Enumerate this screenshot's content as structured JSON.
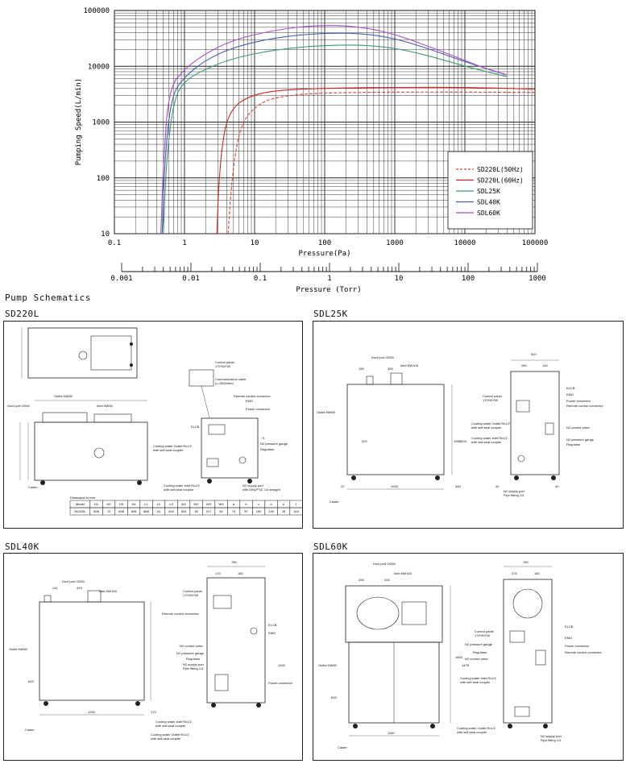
{
  "chart_data": {
    "type": "line",
    "xscale": "log",
    "yscale": "log",
    "xlim": [
      0.1,
      100000
    ],
    "ylim": [
      10,
      100000
    ],
    "xlabel": "Pressure(Pa)",
    "ylabel": "Pumping Speed(L/min)",
    "x_tick_labels": [
      "0.1",
      "1",
      "10",
      "100",
      "1000",
      "10000",
      "100000"
    ],
    "y_tick_labels": [
      "10",
      "100",
      "1000",
      "10000",
      "100000"
    ],
    "secondary_axis": {
      "label": "Pressure (Torr)",
      "tick_labels": [
        "0.001",
        "0.01",
        "0.1",
        "1",
        "10",
        "100",
        "1000"
      ]
    },
    "legend_position": "bottom-right",
    "series": [
      {
        "name": "SD220L(50Hz)",
        "color": "#e0403a",
        "dashed": true,
        "x": [
          4.2,
          4.6,
          5.5,
          7,
          10,
          15,
          30,
          80,
          300,
          1000,
          10000,
          100000
        ],
        "y": [
          10,
          60,
          400,
          1100,
          1800,
          2500,
          3000,
          3300,
          3400,
          3450,
          3450,
          3400
        ]
      },
      {
        "name": "SD220L(60Hz)",
        "color": "#d42020",
        "dashed": false,
        "x": [
          2.9,
          3.1,
          3.7,
          5,
          8,
          15,
          40,
          200,
          1000,
          10000,
          100000
        ],
        "y": [
          10,
          100,
          800,
          1900,
          2800,
          3500,
          3900,
          4100,
          4200,
          4200,
          3900
        ]
      },
      {
        "name": "SDL25K",
        "color": "#3c9a6e",
        "dashed": false,
        "x": [
          0.5,
          0.55,
          0.7,
          1,
          2,
          5,
          20,
          100,
          500,
          2000,
          10000,
          40000
        ],
        "y": [
          10,
          200,
          2500,
          5500,
          9000,
          14000,
          20000,
          24000,
          24000,
          18000,
          10000,
          6500
        ]
      },
      {
        "name": "SDL40K",
        "color": "#4a5fb4",
        "dashed": false,
        "x": [
          0.48,
          0.52,
          0.65,
          1,
          2,
          5,
          20,
          100,
          500,
          2000,
          10000,
          40000
        ],
        "y": [
          10,
          200,
          3000,
          6500,
          13000,
          22000,
          33000,
          40000,
          38000,
          25000,
          12000,
          7000
        ]
      },
      {
        "name": "SDL60K",
        "color": "#a64fc8",
        "dashed": false,
        "x": [
          0.46,
          0.5,
          0.6,
          1,
          2,
          5,
          20,
          80,
          300,
          1000,
          5000,
          20000,
          40000
        ],
        "y": [
          10,
          200,
          4000,
          9000,
          17000,
          30000,
          45000,
          55000,
          52000,
          38000,
          18000,
          9000,
          7000
        ]
      }
    ]
  },
  "schematics": {
    "section_title": "Pump Schematics",
    "sd220l": {
      "title": "SD220L",
      "labels": {
        "outlet": "Outlet NW50",
        "duct": "Duct port OD50",
        "inlet": "Inlet NW50",
        "control_panel": "Control panel",
        "control_panel_size": "170*50*38",
        "comm_cable": "Communication cable",
        "comm_cable_len": "(L=3000mm)",
        "remote": "Remote control connector",
        "emo": "EMO",
        "power": "Power connector",
        "elcb": "ELCB",
        "n2_gauge": "N2 pressure gauge",
        "regulator": "Regulator",
        "cw_outlet": "Cooling water Outlet Rc1/2",
        "cw_outlet2": "with self-seal coupler",
        "cw_inlet": "Cooling water Inlet Rc1/2",
        "cw_inlet2": "with self-seal coupler",
        "n2_supply": "N2 supply port",
        "n2_supply2": "with DIN(PT)C 1/4 straight",
        "caster": "Caster",
        "note": "*1"
      },
      "table": {
        "title": "Dimension in mm",
        "headers": [
          "Model",
          "H1",
          "H2",
          "H3",
          "H4",
          "L1",
          "L2",
          "L3",
          "W1",
          "W2",
          "W3",
          "W4",
          "a",
          "b",
          "c",
          "d",
          "e",
          "f"
        ],
        "row": [
          "SD220L",
          "606",
          "72",
          "638",
          "626",
          "868",
          "41",
          "402",
          "524",
          "45",
          "217",
          "62",
          "74",
          "57",
          "152",
          "130",
          "15",
          "143"
        ]
      }
    },
    "sdl25k": {
      "title": "SDL25K",
      "labels": {
        "duct": "Duct port OD50",
        "inlet": "Inlet NW100",
        "outlet": "Outlet NW50",
        "control_panel": "Control panel",
        "control_panel_size": "170*50*38",
        "elcb": "ELCB",
        "emo": "EMO",
        "power": "Power connector",
        "remote": "Remote control connector",
        "cw_outlet": "Cooling water Outlet Rc1/2",
        "cw_outlet2": "with self-seal coupler",
        "cw_inlet": "Cooling water Inlet Rc1/2",
        "cw_inlet2": "with self-seal coupler",
        "n2_valve": "N2 control valve",
        "n2_gauge": "N2 pressure gauge",
        "regulator": "Regulator",
        "n2_supply": "N2 supply port",
        "n2_supply2": "Pipe fitting 1/4",
        "caster": "Caster",
        "dims": [
          "520",
          "260",
          "140",
          "155",
          "355",
          "1000",
          "345",
          "40",
          "40",
          "22",
          "1058",
          "1110",
          "522"
        ]
      }
    },
    "sdl40k": {
      "title": "SDL40K",
      "labels": {
        "duct": "Duct port OD50",
        "inlet": "Inlet NW160",
        "outlet": "Outlet NW50",
        "control_panel": "Control panel",
        "control_panel_size": "170*50*38",
        "remote": "Remote control connector",
        "elcb": "ELCB",
        "emo": "EMO",
        "n2_valve": "N2 control valve",
        "n2_gauge": "N2 pressure gauge",
        "regulator": "Regulator",
        "n2_supply": "N2 supply port",
        "n2_supply2": "Pipe fitting 1/4",
        "power": "Power connector",
        "cw_inlet": "Cooling water Inlet Rc1/2",
        "cw_inlet2": "with self-seal coupler",
        "cw_outlet": "Cooling water Outlet Rc1/2",
        "cw_outlet2": "with self-seal coupler",
        "caster": "Caster",
        "dims": [
          "780",
          "170",
          "180",
          "141",
          "429",
          "1200",
          "172",
          "1200",
          "633"
        ]
      }
    },
    "sdl60k": {
      "title": "SDL60K",
      "labels": {
        "duct": "Duct port OD50",
        "inlet": "Inlet NW160",
        "outlet": "Outlet NW50",
        "control_panel": "Control panel",
        "control_panel_size": "170*50*38",
        "elcb": "ELCB",
        "emo": "EMO",
        "power": "Power connector",
        "remote": "Remote control connector",
        "n2_gauge": "N2 pressure gauge",
        "regulator": "Regulator",
        "n2_valve": "N2 control valve",
        "cw_inlet": "Cooling water Inlet Rc1/2",
        "cw_inlet2": "with self-seal coupler",
        "cw_outlet": "Cooling water Outlet Rc1/2",
        "cw_outlet2": "with self-seal coupler",
        "n2_supply": "N2 supply port",
        "n2_supply2": "Pipe fitting 1/4",
        "caster": "Caster",
        "dims": [
          "780",
          "375",
          "160",
          "255",
          "333",
          "1180",
          "1600",
          "1478",
          "633"
        ]
      }
    }
  }
}
